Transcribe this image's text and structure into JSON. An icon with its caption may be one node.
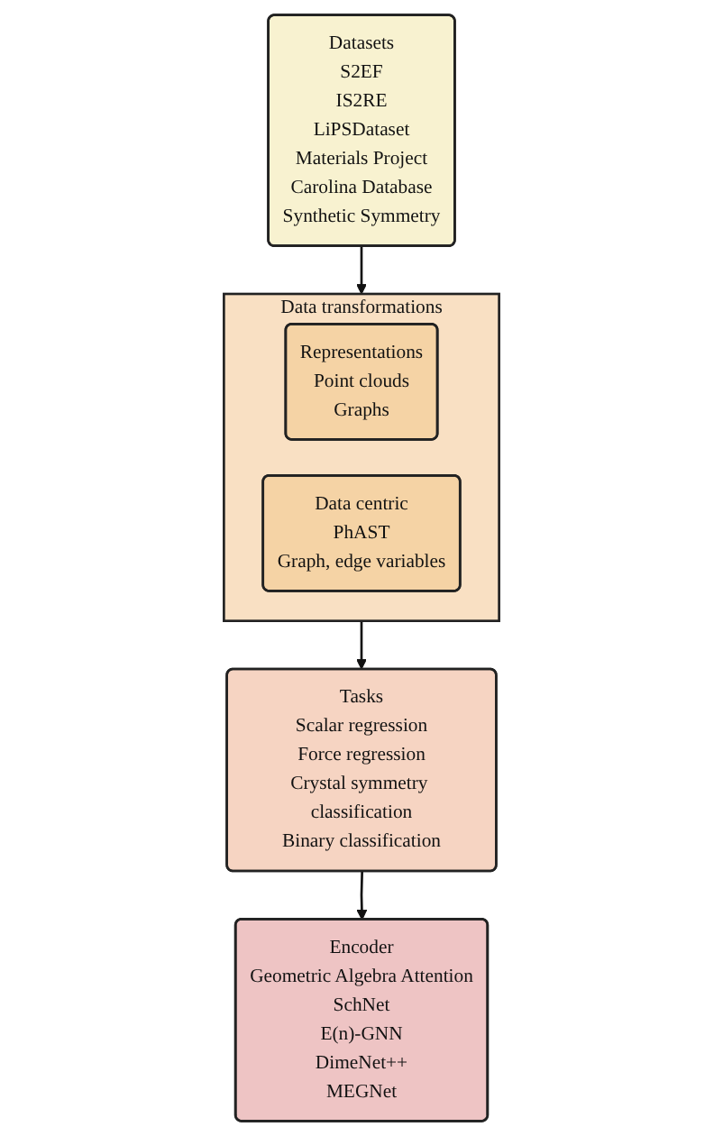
{
  "diagram": {
    "nodes": [
      {
        "text": [
          "Datasets",
          "S2EF",
          "IS2RE",
          "LiPSDataset",
          "Materials Project",
          "Carolina Database",
          "Synthetic Symmetry"
        ]
      },
      {
        "text": [
          "Data transformations"
        ]
      },
      {
        "text": [
          "Representations",
          "Point clouds",
          "Graphs"
        ],
        "in": 1
      },
      {
        "text": [
          "Data centric",
          "PhAST",
          "Graph, edge variables"
        ],
        "in": 1
      },
      {
        "text": [
          "Tasks",
          "Scalar regression",
          "Force regression",
          "Crystal symmetry classification",
          "Binary classification"
        ]
      },
      {
        "text": [
          "Encoder",
          "Geometric Algebra Attention",
          "SchNet",
          "E(n)-GNN",
          "DimeNet++",
          "MEGNet"
        ]
      }
    ],
    "edges": [
      {
        "from": 0,
        "to": 1,
        "arrow": "to"
      },
      {
        "from": 1,
        "to": 4,
        "arrow": "to"
      },
      {
        "from": 4,
        "to": 5,
        "arrow": "to"
      }
    ]
  }
}
